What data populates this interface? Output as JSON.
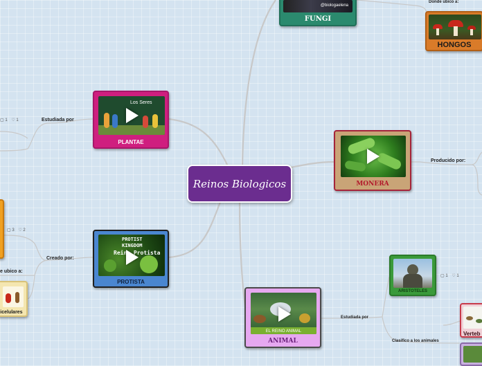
{
  "central": {
    "title": "Reinos Biologicos"
  },
  "nodes": {
    "fungi": {
      "label": "FUNGI",
      "thumb_text": "@biologaelena"
    },
    "plantae": {
      "label": "PLANTAE",
      "thumb_text": "Los Seres"
    },
    "monera": {
      "label": "MONERA"
    },
    "protista": {
      "label": "PROTISTA",
      "thumb_text_1": "PROTIST",
      "thumb_text_2": "KINGDOM",
      "thumb_text_3": "Reino Protista"
    },
    "animal": {
      "label": "ANIMAL",
      "thumb_text": "EL REINO ANIMAL"
    },
    "hongos": {
      "label": "HONGOS"
    },
    "aristoteles": {
      "label": "ARISTOTELES"
    },
    "vertebrados": {
      "label": "Verteb"
    },
    "unicelulares": {
      "label": "nicelulares"
    }
  },
  "connectors": {
    "donde_ubico_top": "Donde ubico a:",
    "estudiada_por_plantae": "Estudiada por",
    "producido_por": "Producido por:",
    "creado_por": "Creado por:",
    "donde_ubico_left": "e ubico a:",
    "estudiada_por_animal": "Estudiada por",
    "clasifico": "Clasifico a los animales"
  },
  "meta": {
    "left_top": {
      "a": "1",
      "b": "1"
    },
    "left_mid": {
      "a": "3",
      "b": "2"
    },
    "aristoteles": {
      "a": "1",
      "b": "1"
    }
  }
}
